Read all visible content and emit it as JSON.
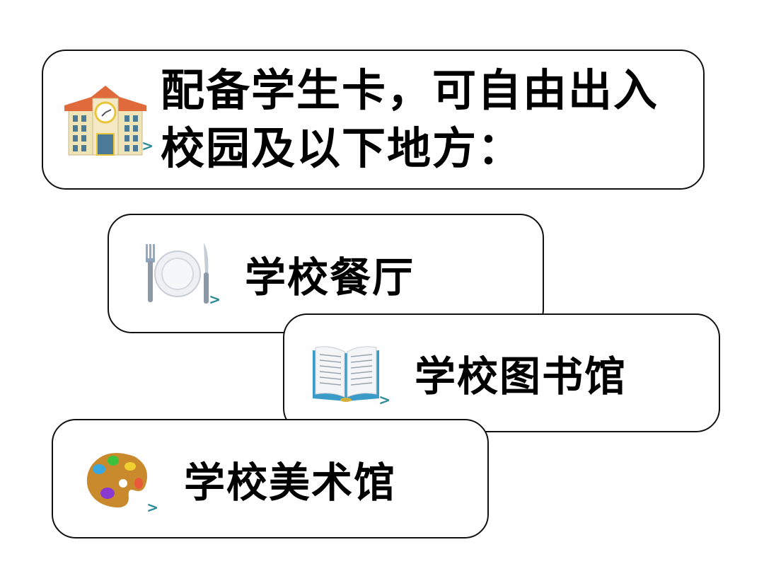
{
  "intro_card": {
    "icon": "school-building-icon",
    "text": "配备学生卡，可自由出入校园及以下地方："
  },
  "places": [
    {
      "icon": "fork-knife-plate-icon",
      "label": "学校餐厅"
    },
    {
      "icon": "open-book-icon",
      "label": "学校图书馆"
    },
    {
      "icon": "artist-palette-icon",
      "label": "学校美术馆"
    }
  ],
  "colors": {
    "border": "#111111",
    "background": "#ffffff",
    "chevron": "#2a8a96"
  }
}
